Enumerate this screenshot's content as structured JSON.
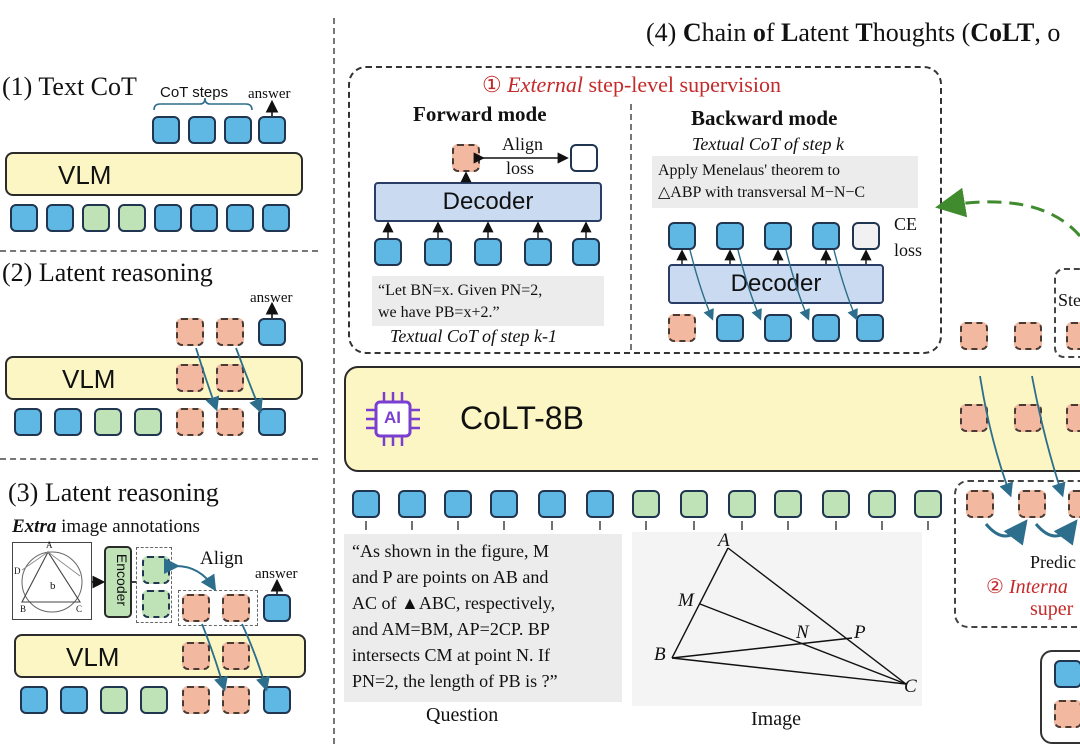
{
  "panel1": {
    "title": "(1) Text CoT",
    "cot_steps": "CoT steps",
    "answer": "answer",
    "vlm": "VLM"
  },
  "panel2": {
    "title": "(2) Latent reasoning",
    "answer": "answer",
    "vlm": "VLM"
  },
  "panel3": {
    "title": "(3) Latent reasoning",
    "extra_bold": "Extra",
    "extra_rest": " image annotations",
    "encoder": "Encoder",
    "align": "Align",
    "answer": "answer",
    "vlm": "VLM",
    "figure_labels": [
      "A",
      "B",
      "C",
      "D",
      "b"
    ]
  },
  "panel4": {
    "title_parts": [
      "(4) ",
      "C",
      "hain ",
      "o",
      "f ",
      "L",
      "atent ",
      "T",
      "houghts (",
      "CoLT",
      ", o"
    ],
    "supervision_num": "①",
    "supervision_ext": "External",
    "supervision_rest": " step-level supervision",
    "forward_mode": "Forward mode",
    "align_loss_1": "Align",
    "align_loss_2": "loss",
    "decoder_forward": "Decoder",
    "forward_text": [
      "“Let BN=x. Given PN=2,",
      "we have PB=x+2.”"
    ],
    "forward_caption": "Textual CoT of step k-1",
    "backward_mode": "Backward mode",
    "backward_caption": "Textual CoT of step k",
    "backward_text": [
      "Apply Menelaus' theorem to",
      "△ABP with transversal M−N−C"
    ],
    "ce_1": "CE",
    "ce_2": "loss",
    "decoder_backward": "Decoder",
    "model_name": "CoLT-8B",
    "ai_chip": "AI",
    "question_text": [
      "“As shown in the figure, M",
      "and P are points on AB and",
      "AC of ▲ABC, respectively,",
      "and AM=BM, AP=2CP. BP",
      "intersects CM at point N. If",
      "PN=2, the length of PB is ?”"
    ],
    "question_label": "Question",
    "image_label": "Image",
    "geometry_labels": [
      "A",
      "M",
      "N",
      "P",
      "B",
      "C"
    ],
    "steps_partial": "Ste",
    "predict_partial": "Predic",
    "internal_num": "②",
    "internal_partial": "Interna",
    "super_partial": "super"
  },
  "colors": {
    "token_blue": "#5fb7e3",
    "token_green": "#bfe3b7",
    "token_latent": "#f2b8a0",
    "vlm_fill": "#fbf6c4",
    "decoder_fill": "#c9daf1",
    "accent_red": "#c42a2a",
    "arrow_teal": "#2c6e8c",
    "arrow_green": "#3f8b2e"
  }
}
